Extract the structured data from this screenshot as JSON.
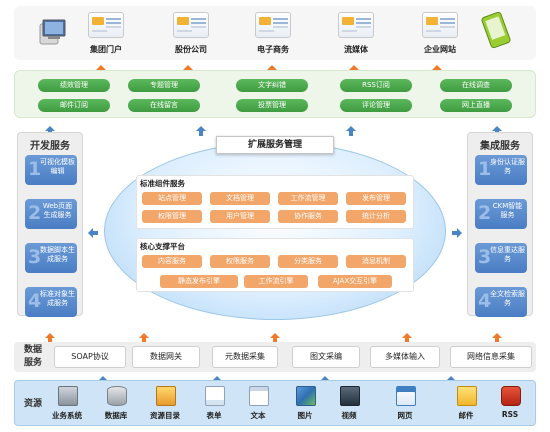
{
  "top_sites": [
    "集团门户",
    "股份公司",
    "电子商务",
    "流媒体",
    "企业网站"
  ],
  "green_buttons": [
    [
      "绩效管理",
      "专题管理",
      "文字纠错",
      "RSS订阅",
      "在线调查"
    ],
    [
      "邮件订阅",
      "在线留言",
      "投票管理",
      "评论管理",
      "网上直播"
    ]
  ],
  "dev_services": {
    "title": "开发服务",
    "items": [
      {
        "num": "1",
        "text": "可视化模板编辑"
      },
      {
        "num": "2",
        "text": "Web页面生成服务"
      },
      {
        "num": "3",
        "text": "数据脚本生成服务"
      },
      {
        "num": "4",
        "text": "标准对象生成服务"
      }
    ]
  },
  "integration_services": {
    "title": "集成服务",
    "items": [
      {
        "num": "1",
        "text": "身份认证服务"
      },
      {
        "num": "2",
        "text": "CKM智能服务"
      },
      {
        "num": "3",
        "text": "信息重达服务"
      },
      {
        "num": "4",
        "text": "全文检索服务"
      }
    ]
  },
  "extension": {
    "title": "扩展服务管理",
    "standard": {
      "title": "标准组件服务",
      "row1": [
        "站点管理",
        "文档管理",
        "工作流管理",
        "发布管理"
      ],
      "row2": [
        "权限管理",
        "用户管理",
        "协作服务",
        "统计分析"
      ]
    },
    "core": {
      "title": "核心支撑平台",
      "row1": [
        "内容服务",
        "权限服务",
        "分类服务",
        "消息机制"
      ],
      "row2": [
        "静态发布引擎",
        "工作流引擎",
        "AJAX交互引擎"
      ]
    }
  },
  "data_services": {
    "label": "数据服务",
    "items": [
      "SOAP协议",
      "数据网关",
      "元数据采集",
      "图文采编",
      "多媒体输入",
      "网络信息采集"
    ]
  },
  "resources": {
    "label": "资源",
    "items": [
      "业务系统",
      "数据库",
      "资源目录",
      "表单",
      "文本",
      "图片",
      "视频",
      "网页",
      "邮件",
      "RSS"
    ]
  },
  "colors": {
    "arrow_orange": "#f07a2a",
    "arrow_blue": "#4a86c7",
    "green_button": "#4caf50",
    "orange_button": "#f2a66a",
    "side_item_blue": "#5a8bd0"
  }
}
